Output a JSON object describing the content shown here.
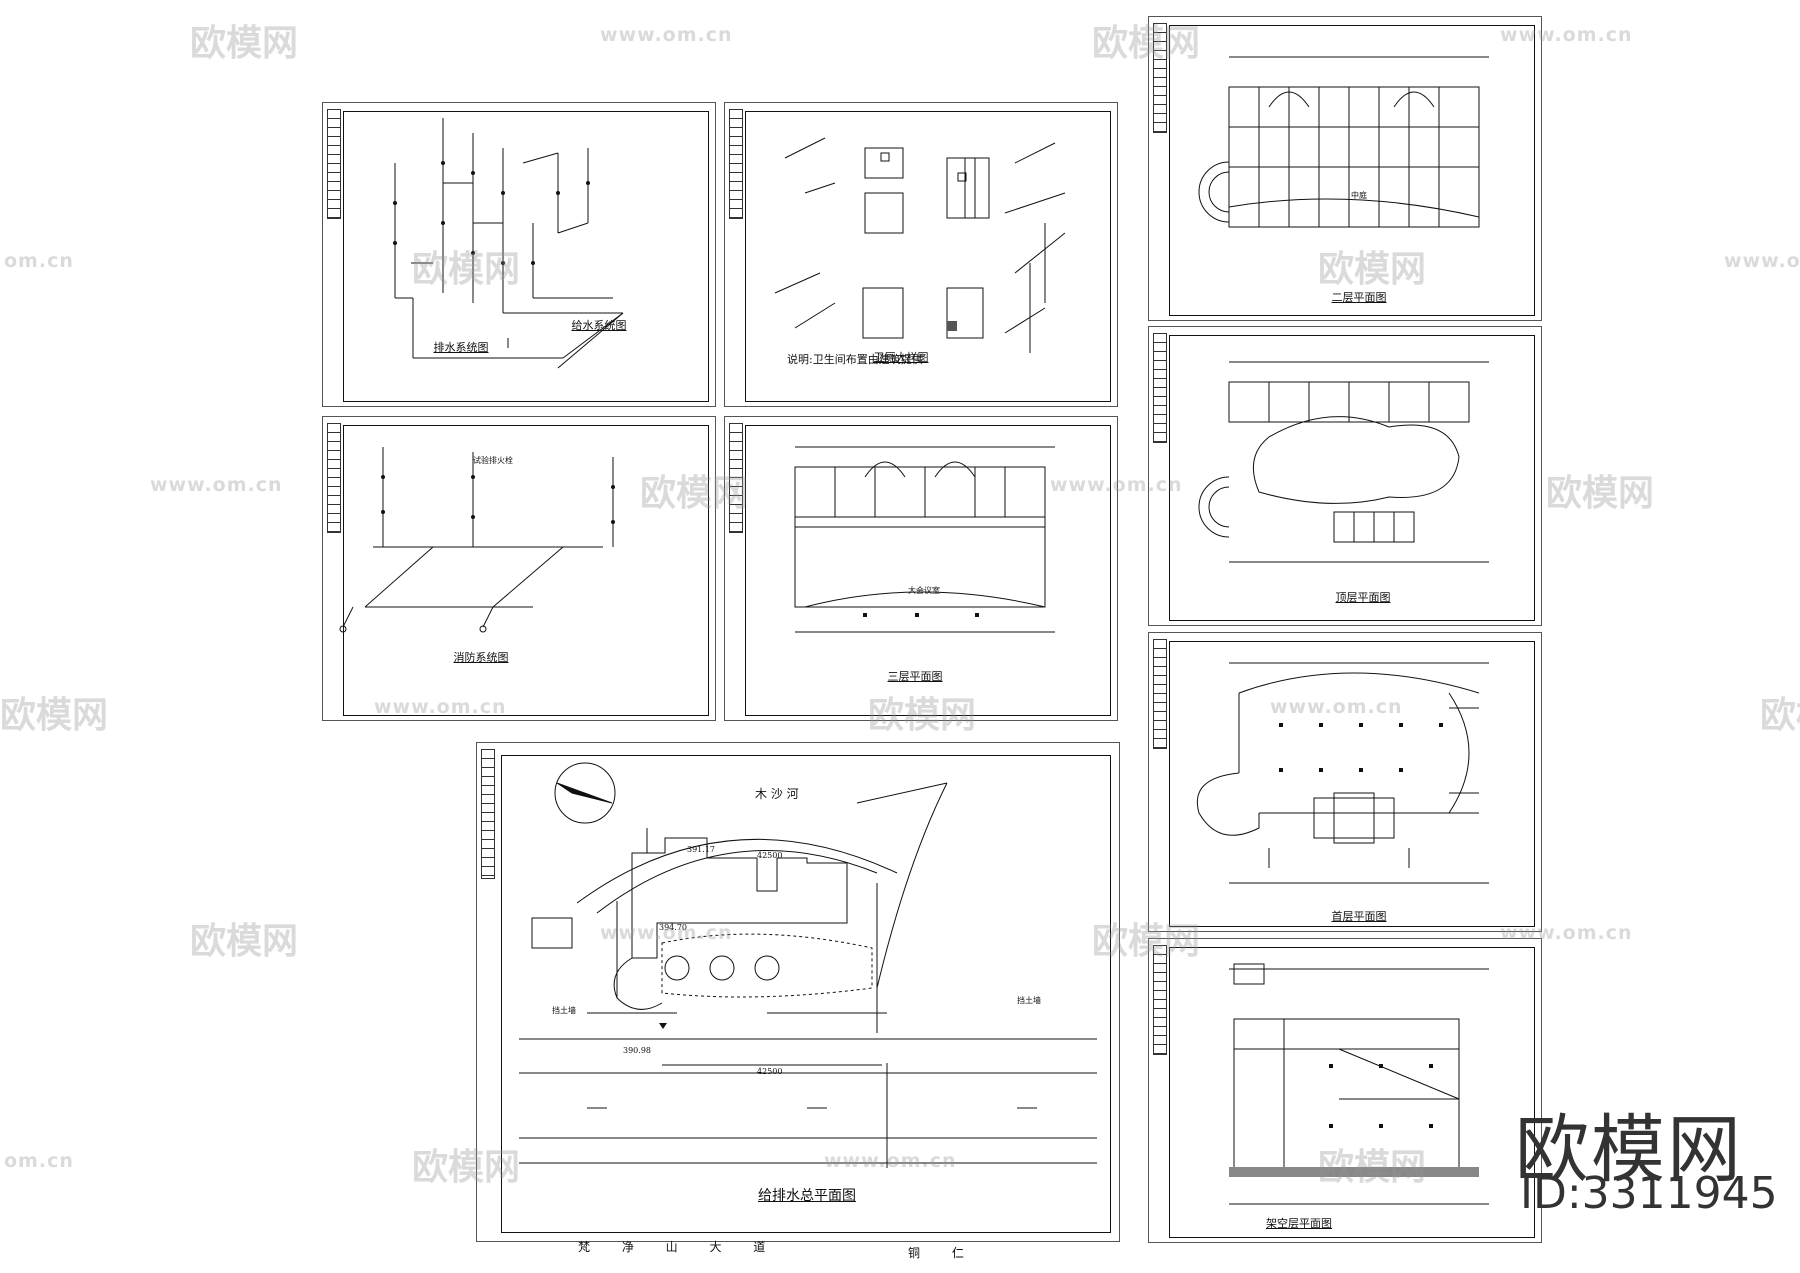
{
  "sheets": {
    "drainage": {
      "title": "排水系统图",
      "title2": "给水系统图"
    },
    "toilet": {
      "note": "说明:卫生间布置由建筑提供",
      "title": "卫厕大样图"
    },
    "fire": {
      "label": "试验排火栓",
      "title": "消防系统图"
    },
    "third_floor": {
      "room": "大会议室",
      "title": "三层平面图"
    },
    "second_floor": {
      "room": "中庭",
      "title": "二层平面图"
    },
    "top_floor": {
      "title": "顶层平面图"
    },
    "ground_floor": {
      "title": "首层平面图"
    },
    "basement": {
      "title": "架空层平面图"
    },
    "site_plan": {
      "title": "给排水总平面图",
      "river": "木 沙 河",
      "wall_left": "挡土墙",
      "wall_right": "挡土墙",
      "elev1": "391.17",
      "elev2": "394.70",
      "elev3": "390.98",
      "dim_top": "42500",
      "dim_bottom": "42500",
      "road": "梵 净 山 大 道",
      "road2": "铜 仁"
    }
  },
  "watermark": {
    "logo": "欧模网",
    "url": "www.om.cn",
    "url_short": "om.cn"
  },
  "brand": {
    "name": "欧模网",
    "id": "ID:3311945"
  }
}
